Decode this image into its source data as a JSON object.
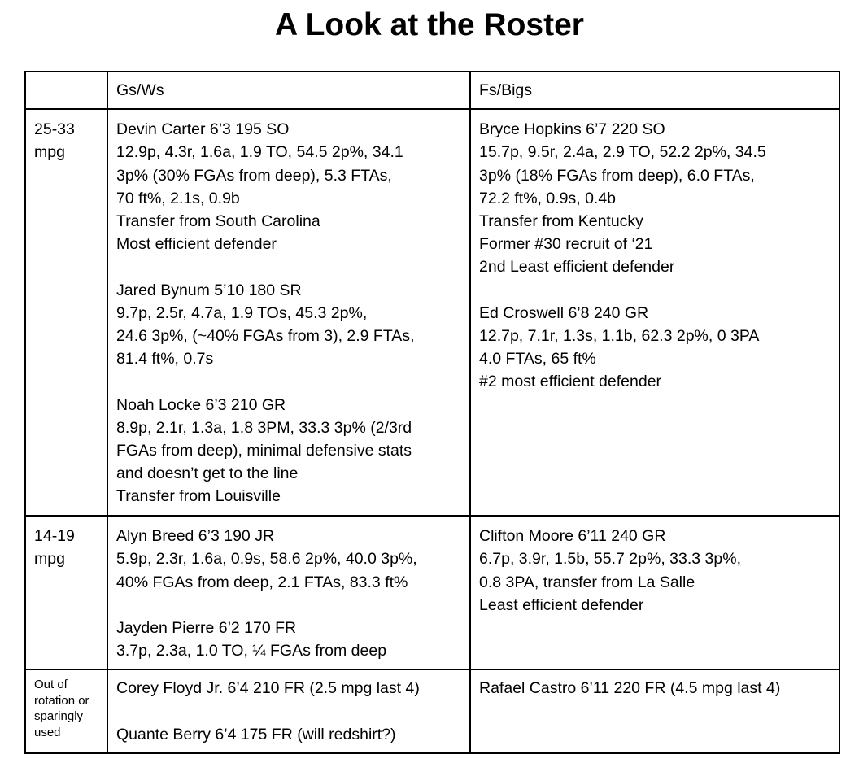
{
  "title": "A Look at the Roster",
  "header": {
    "col0": "",
    "col1": "Gs/Ws",
    "col2": "Fs/Bigs"
  },
  "rows": [
    {
      "label": [
        "25-33",
        "mpg"
      ],
      "guards": [
        {
          "lines": [
            "Devin Carter 6’3 195 SO",
            "12.9p, 4.3r, 1.6a, 1.9 TO, 54.5 2p%, 34.1",
            "3p% (30% FGAs from deep), 5.3 FTAs,",
            "70 ft%, 2.1s, 0.9b",
            "Transfer from South Carolina",
            "Most efficient defender"
          ]
        },
        {
          "lines": [
            "Jared Bynum 5’10 180 SR",
            "9.7p, 2.5r, 4.7a, 1.9 TOs, 45.3 2p%,",
            "24.6 3p%, (~40% FGAs from 3), 2.9 FTAs,",
            "81.4 ft%, 0.7s"
          ]
        },
        {
          "lines": [
            "Noah Locke 6’3 210 GR",
            "8.9p, 2.1r, 1.3a, 1.8 3PM, 33.3 3p% (2/3rd",
            "FGAs from deep), minimal defensive stats",
            "and doesn’t get to the line",
            "Transfer from Louisville"
          ]
        }
      ],
      "bigs": [
        {
          "lines": [
            "Bryce Hopkins 6’7 220 SO",
            "15.7p, 9.5r, 2.4a, 2.9 TO, 52.2 2p%, 34.5",
            "3p% (18% FGAs from deep), 6.0 FTAs,",
            "72.2 ft%, 0.9s, 0.4b",
            "Transfer from Kentucky",
            "Former #30 recruit of ‘21",
            "2nd Least efficient defender"
          ]
        },
        {
          "lines": [
            "Ed Croswell 6’8 240 GR",
            "12.7p, 7.1r, 1.3s, 1.1b, 62.3 2p%, 0 3PA",
            "4.0 FTAs, 65 ft%",
            "#2 most efficient defender"
          ]
        }
      ]
    },
    {
      "label": [
        "14-19",
        "mpg"
      ],
      "guards": [
        {
          "lines": [
            "Alyn Breed 6’3 190 JR",
            "5.9p, 2.3r, 1.6a, 0.9s, 58.6 2p%, 40.0 3p%,",
            "40% FGAs from deep, 2.1 FTAs, 83.3 ft%"
          ]
        },
        {
          "lines": [
            "Jayden Pierre 6’2 170 FR",
            "3.7p, 2.3a, 1.0 TO, ¼ FGAs from deep"
          ]
        }
      ],
      "bigs": [
        {
          "lines": [
            "Clifton Moore 6’11 240 GR",
            "6.7p, 3.9r, 1.5b, 55.7 2p%, 33.3 3p%,",
            "0.8 3PA, transfer from La Salle",
            "Least efficient defender"
          ]
        }
      ]
    },
    {
      "label": [
        "Out of",
        "rotation or",
        "sparingly",
        "used"
      ],
      "guards": [
        {
          "lines": [
            "Corey Floyd Jr. 6’4 210 FR (2.5 mpg last 4)"
          ]
        },
        {
          "lines": [
            "Quante Berry 6’4 175 FR (will redshirt?)"
          ]
        }
      ],
      "bigs": [
        {
          "lines": [
            "Rafael Castro 6’11 220 FR (4.5 mpg last 4)"
          ]
        }
      ]
    }
  ]
}
